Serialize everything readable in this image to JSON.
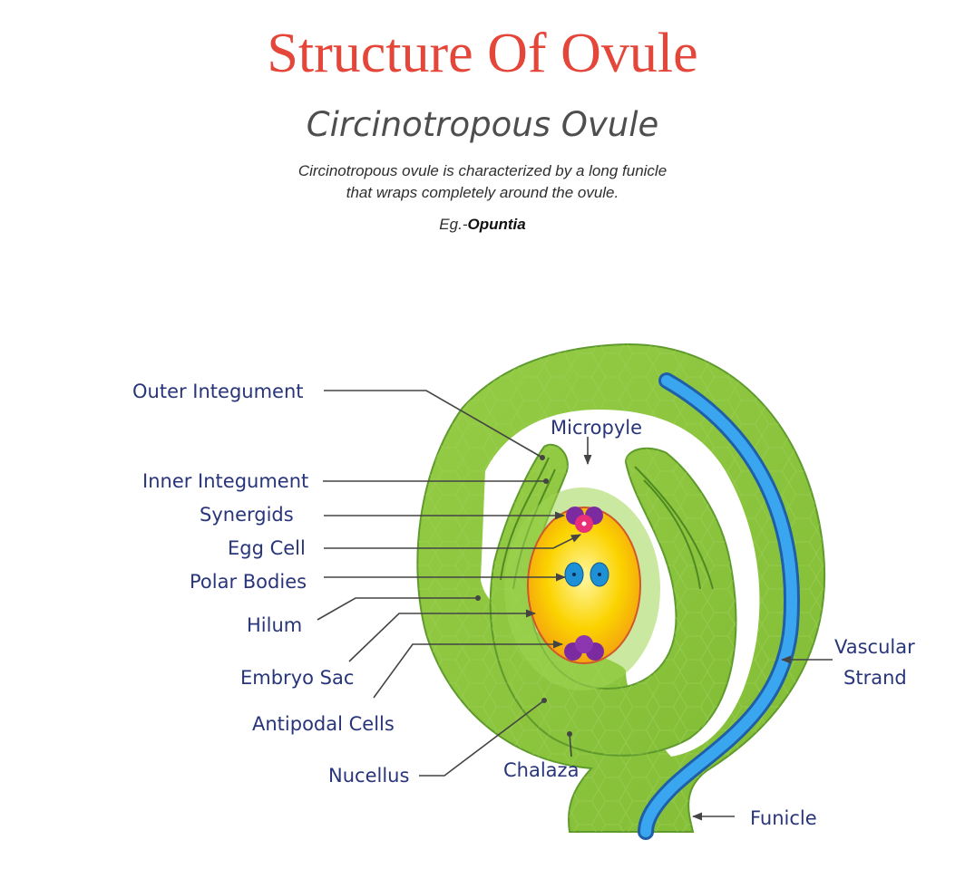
{
  "title": "Structure Of Ovule",
  "subtitle": "Circinotropous Ovule",
  "description_lines": [
    "Circinotropous ovule is characterized by a long funicle",
    "that wraps completely around the ovule."
  ],
  "example": {
    "prefix": "Eg.-",
    "name": "Opuntia"
  },
  "labels": {
    "outer_integument": "Outer Integument",
    "micropyle": "Micropyle",
    "inner_integument": "Inner Integument",
    "synergids": "Synergids",
    "egg_cell": "Egg Cell",
    "polar_bodies": "Polar Bodies",
    "hilum": "Hilum",
    "embryo_sac": "Embryo Sac",
    "antipodal_cells": "Antipodal Cells",
    "nucellus": "Nucellus",
    "chalaza": "Chalaza",
    "vascular_strand_line1": "Vascular",
    "vascular_strand_line2": "Strand",
    "funicle": "Funicle"
  },
  "colors": {
    "title": "#e4473a",
    "label": "#28357a",
    "tissue_green": "#8cc63f",
    "tissue_dark": "#5e9a2c",
    "vascular_blue": "#2c8fe0",
    "embryo_sac_yellow": "#fbd300",
    "cell_purple": "#7b2aa0",
    "egg_pink": "#e8307a",
    "polar_blue": "#1e90d6"
  }
}
